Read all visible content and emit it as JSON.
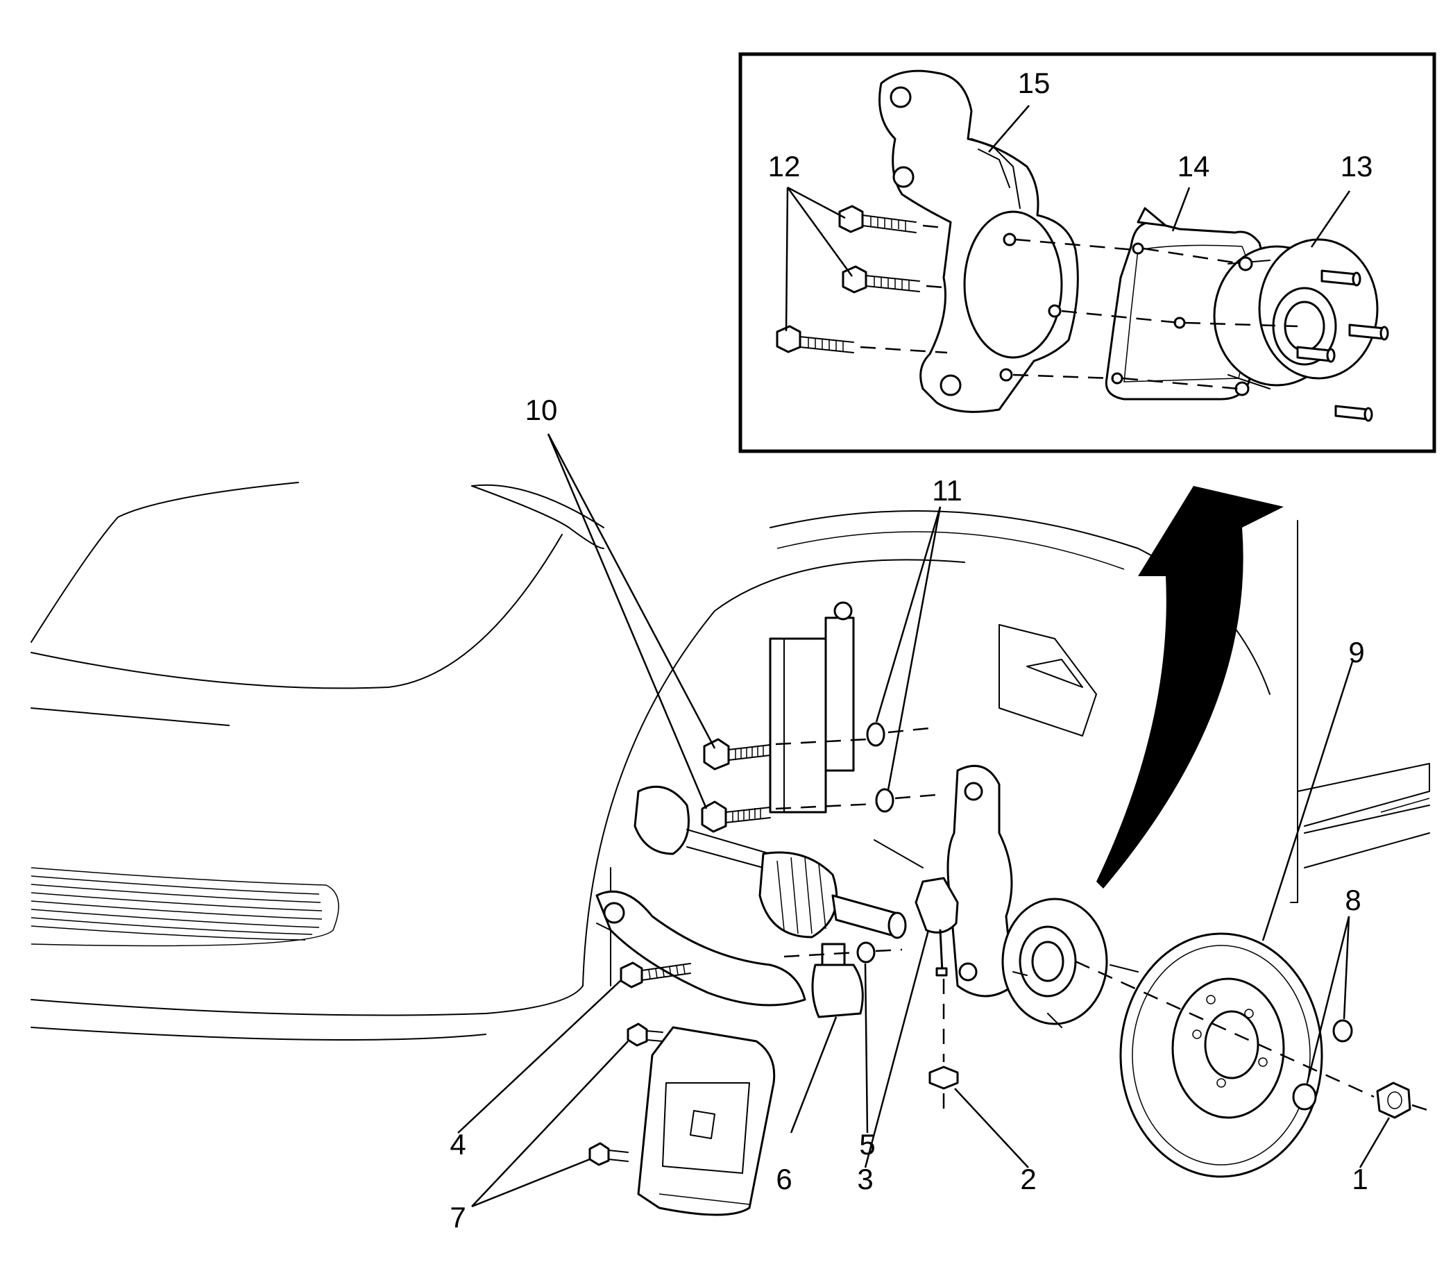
{
  "figure": {
    "callouts": [
      {
        "id": "c1",
        "label": "1"
      },
      {
        "id": "c2",
        "label": "2"
      },
      {
        "id": "c3",
        "label": "3"
      },
      {
        "id": "c4",
        "label": "4"
      },
      {
        "id": "c5",
        "label": "5"
      },
      {
        "id": "c6",
        "label": "6"
      },
      {
        "id": "c7",
        "label": "7"
      },
      {
        "id": "c8",
        "label": "8"
      },
      {
        "id": "c9",
        "label": "9"
      },
      {
        "id": "c10",
        "label": "10"
      },
      {
        "id": "c11",
        "label": "11"
      },
      {
        "id": "c12",
        "label": "12"
      },
      {
        "id": "c13",
        "label": "13"
      },
      {
        "id": "c14",
        "label": "14"
      },
      {
        "id": "c15",
        "label": "15"
      }
    ]
  }
}
